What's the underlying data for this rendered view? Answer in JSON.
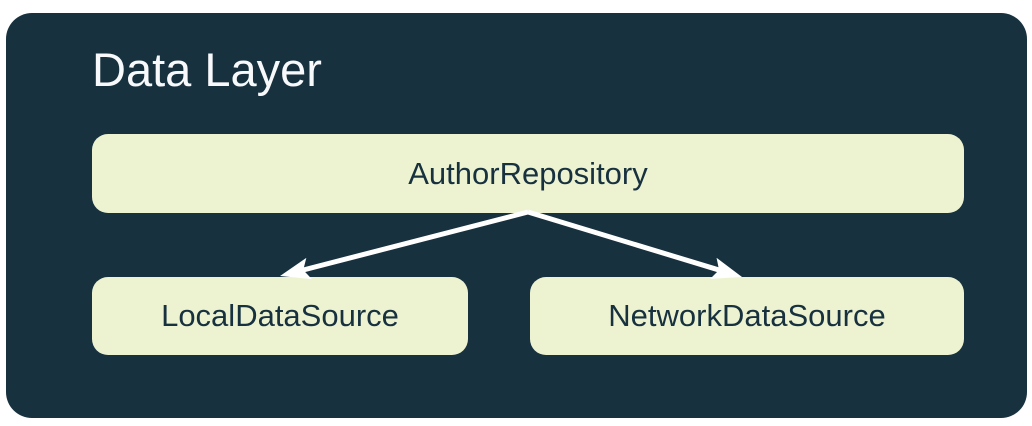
{
  "diagram": {
    "title": "Data Layer",
    "nodes": [
      {
        "id": "author-repository",
        "label": "AuthorRepository"
      },
      {
        "id": "local-data-source",
        "label": "LocalDataSource"
      },
      {
        "id": "network-data-source",
        "label": "NetworkDataSource"
      }
    ],
    "edges": [
      {
        "from": "AuthorRepository",
        "to": "LocalDataSource"
      },
      {
        "from": "AuthorRepository",
        "to": "NetworkDataSource"
      }
    ]
  },
  "colors": {
    "canvas_bg": "#FFFFFF",
    "container_bg": "#17313F",
    "node_bg": "#EDF3D1",
    "node_text": "#17313F",
    "title_text": "#F8F9FA",
    "arrow": "#FFFFFF"
  }
}
